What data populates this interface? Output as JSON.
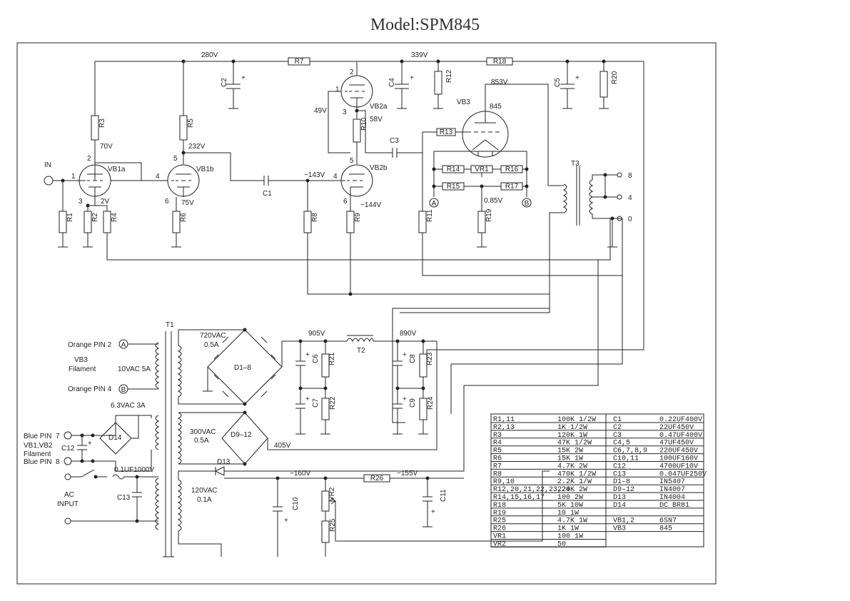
{
  "title": "Model:SPM845",
  "tubes": [
    {
      "id": "vb1a",
      "label": "VB1a"
    },
    {
      "id": "vb1b",
      "label": "VB1b"
    },
    {
      "id": "vb2a",
      "label": "VB2a"
    },
    {
      "id": "vb2b",
      "label": "VB2b"
    },
    {
      "id": "vb3",
      "label": "VB3",
      "type": "845"
    }
  ],
  "voltages": {
    "v280": "280V",
    "v339": "339V",
    "v853": "853V",
    "v70": "70V",
    "v232": "232V",
    "v2": "2V",
    "v75": "75V",
    "v49": "49V",
    "v58": "58V",
    "vm143": "−143V",
    "vm144": "−144V",
    "v085": "0.85V",
    "v905": "905V",
    "v890": "890V",
    "v405": "405V",
    "vm160": "−160V",
    "vm155": "−155V"
  },
  "labels": {
    "in": "IN",
    "out8": "8",
    "out4": "4",
    "out0": "0",
    "t1": "T1",
    "t2": "T2",
    "t3": "T3",
    "orange_pin2": "Orange  PIN  2",
    "orange_pin4": "Orange  PIN  4",
    "vb3_fil_1": "VB3",
    "vb3_fil_2": "Filament",
    "fil_10v": "10VAC  5A",
    "blue_pin7": "Blue PIN",
    "blue_pin8": "Blue PIN",
    "vb12_1": "VB1,VB2",
    "vb12_2": "Filament",
    "ac_1": "AC",
    "ac_2": "INPUT",
    "sec720": "720VAC",
    "sec720a": "0.5A",
    "sec63": "6.3VAC  3A",
    "sec300": "300VAC",
    "sec300a": "0.5A",
    "sec120": "120VAC",
    "sec120a": "0.1A",
    "d1_8": "D1–8",
    "d9_12": "D9–12",
    "d13": "D13",
    "d14": "D14",
    "c12_val": "0.1UF1000V",
    "marker_a": "A",
    "marker_b": "B",
    "n1": "1",
    "n2": "2",
    "n3": "3",
    "n4": "4",
    "n5": "5",
    "n6": "6",
    "n7": "7",
    "n8": "8",
    "n845": "845"
  },
  "components": {
    "r1": "R1",
    "r2": "R2",
    "r3": "R3",
    "r4": "R4",
    "r5": "R5",
    "r6": "R6",
    "r7": "R7",
    "r8": "R8",
    "r9": "R9",
    "r10": "R10",
    "r11": "R11",
    "r12": "R12",
    "r13": "R13",
    "r14": "R14",
    "r15": "R15",
    "r16": "R16",
    "r17": "R17",
    "r18": "R18",
    "r19": "R19",
    "r20": "R20",
    "r21": "R21",
    "r22": "R22",
    "r23": "R23",
    "r24": "R24",
    "r25": "R25",
    "r26": "R26",
    "vr1": "VR1",
    "vr2": "VR2",
    "c1": "C1",
    "c2": "C2",
    "c3": "C3",
    "c4": "C4",
    "c5": "C5",
    "c6": "C6",
    "c7": "C7",
    "c8": "C8",
    "c9": "C9",
    "c10": "C10",
    "c11": "C11",
    "c12": "C12",
    "c13": "C13"
  },
  "parts_table": {
    "left": [
      [
        "R1,11",
        "100K  1/2W"
      ],
      [
        "R2,13",
        "1K  1/2W"
      ],
      [
        "R3",
        "120K  1W"
      ],
      [
        "R4",
        "47K  1/2W"
      ],
      [
        "R5",
        "15K  2W"
      ],
      [
        "R6",
        "15K  1W"
      ],
      [
        "R7",
        "4.7K  2W"
      ],
      [
        "R8",
        "470K  1/2W"
      ],
      [
        "R9,10",
        "2.2K  1/W"
      ],
      [
        "R12,20,21,22,23,24",
        "220K  2W"
      ],
      [
        "R14,15,16,17",
        "100  2W"
      ],
      [
        "R18",
        "5K  10W"
      ],
      [
        "R19",
        "10  1W"
      ],
      [
        "R25",
        "4.7K  1W"
      ],
      [
        "R26",
        "1K  1W"
      ],
      [
        "VR1",
        "100  1W"
      ],
      [
        "VR2",
        "50"
      ]
    ],
    "right": [
      [
        "C1",
        "0.22UF400V"
      ],
      [
        "C2",
        "22UF450V"
      ],
      [
        "C3",
        "0.47UF400V"
      ],
      [
        "C4,5",
        "47UF450V"
      ],
      [
        "C6,7,8,9",
        "220UF450V"
      ],
      [
        "C10,11",
        "100UF160V"
      ],
      [
        "C12",
        "4700UF10V"
      ],
      [
        "C13",
        "0.047UF250V"
      ],
      [
        "D1–8",
        "IN5407"
      ],
      [
        "D9–12",
        "IN4007"
      ],
      [
        "D13",
        "IN4004"
      ],
      [
        "D14",
        "DC  BR81"
      ],
      [
        "",
        ""
      ],
      [
        "VB1,2",
        "6SN7"
      ],
      [
        "VB3",
        "845"
      ]
    ]
  }
}
